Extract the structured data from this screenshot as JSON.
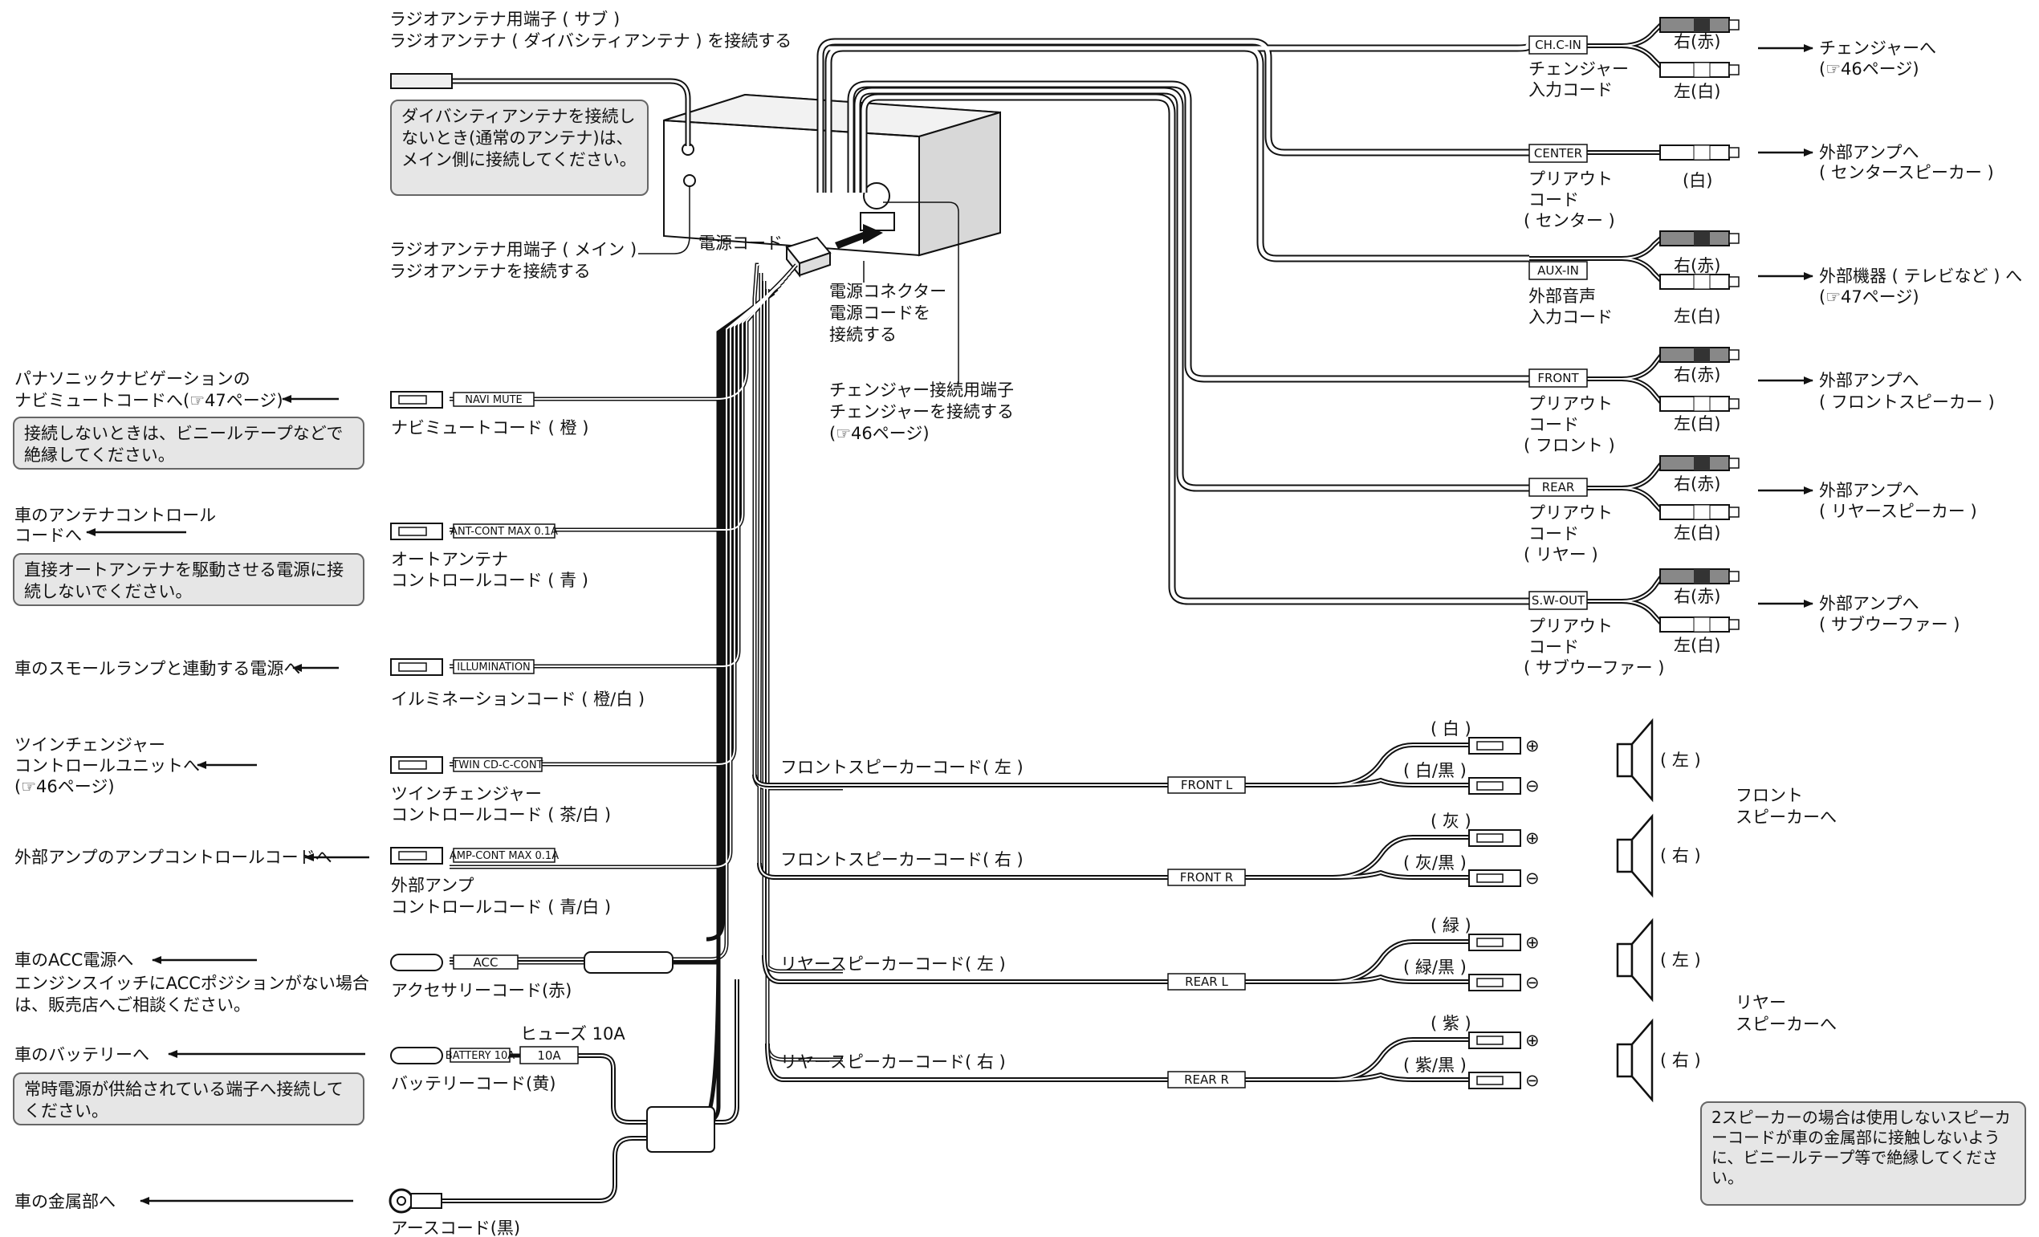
{
  "texts": {
    "ant_sub_1": "ラジオアンテナ用端子 ( サブ )",
    "ant_sub_2": "ラジオアンテナ ( ダイバシティアンテナ ) を接続する",
    "ant_main_1": "ラジオアンテナ用端子 ( メイン )",
    "ant_main_2": "ラジオアンテナを接続する",
    "power_cord": "電源コード",
    "power_conn_1": "電源コネクター",
    "power_conn_2": "電源コードを",
    "power_conn_3": "接続する",
    "changer_term_1": "チェンジャー接続用端子",
    "changer_term_2": "チェンジャーを接続する",
    "changer_term_3": "(☞46ページ)",
    "navi_dest_1": "パナソニックナビゲーションの",
    "navi_dest_2": "ナビミュートコードへ(☞47ページ)",
    "navi_name": "ナビミュートコード ( 橙 )",
    "antc_dest_1": "車のアンテナコントロール",
    "antc_dest_2": "コードへ",
    "antc_name_1": "オートアンテナ",
    "antc_name_2": "コントロールコード ( 青 )",
    "illum_dest": "車のスモールランプと連動する電源へ",
    "illum_name": "イルミネーションコード ( 橙/白 )",
    "twin_dest_1": "ツインチェンジャー",
    "twin_dest_2": "コントロールユニットへ",
    "twin_dest_3": "(☞46ページ)",
    "twin_name_1": "ツインチェンジャー",
    "twin_name_2": "コントロールコード ( 茶/白 )",
    "amp_dest": "外部アンプのアンプコントロールコードへ",
    "amp_name_1": "外部アンプ",
    "amp_name_2": "コントロールコード ( 青/白 )",
    "acc_dest_1": "車のACC電源へ",
    "acc_dest_2": "エンジンスイッチにACCポジションがない場合",
    "acc_dest_3": "は、販売店へご相談ください。",
    "acc_name": "アクセサリーコード(赤)",
    "fuse_label": "ヒューズ 10A",
    "batt_dest": "車のバッテリーへ",
    "batt_name": "バッテリーコード(黄)",
    "gnd_dest": "車の金属部へ",
    "gnd_name": "アースコード(黒)",
    "fl_cord": "フロントスピーカーコード( 左 )",
    "fr_cord": "フロントスピーカーコード( 右 )",
    "rl_cord": "リヤースピーカーコード( 左 )",
    "rr_cord": "リヤースピーカーコード( 右 )",
    "front_spk_1": "フロント",
    "front_spk_2": "スピーカーへ",
    "rear_spk_1": "リヤー",
    "rear_spk_2": "スピーカーへ",
    "side_l": "( 左 )",
    "side_r": "( 右 )",
    "right_red": "右(赤)",
    "left_white": "左(白)",
    "white": "(白)",
    "chc_name_1": "チェンジャー",
    "chc_name_2": "入力コード",
    "chc_dest_1": "チェンジャーへ",
    "chc_dest_2": "(☞46ページ)",
    "center_name_1": "プリアウト",
    "center_name_2": "コード",
    "center_name_3": "( センター )",
    "center_dest_1": "外部アンプへ",
    "center_dest_2": "( センタースピーカー )",
    "aux_name_1": "外部音声",
    "aux_name_2": "入力コード",
    "aux_dest_1": "外部機器 ( テレビなど ) へ",
    "aux_dest_2": "(☞47ページ)",
    "front_name_3": "( フロント )",
    "front_dest_2": "( フロントスピーカー )",
    "rear_name_3": "( リヤー )",
    "rear_dest_2": "( リヤースピーカー )",
    "sw_name_3": "( サブウーファー )",
    "sw_dest_2": "( サブウーファー )",
    "fl_pos": "( 白 )",
    "fl_neg": "( 白/黒 )",
    "fr_pos": "( 灰 )",
    "fr_neg": "( 灰/黒 )",
    "rl_pos": "( 緑 )",
    "rl_neg": "( 緑/黒 )",
    "rr_pos": "( 紫 )",
    "rr_neg": "( 紫/黒 )",
    "plus": "⊕",
    "minus": "⊖"
  },
  "tags": {
    "navi": "NAVI MUTE",
    "antc": "ANT-CONT MAX 0.1A",
    "illum": "ILLUMINATION",
    "twin": "TWIN CD-C-CONT",
    "amp": "AMP-CONT MAX 0.1A",
    "acc": "ACC",
    "batt": "BATTERY 10A",
    "fuse": "10A",
    "chc": "CH.C-IN",
    "center": "CENTER",
    "aux": "AUX-IN",
    "front": "FRONT",
    "rear": "REAR",
    "sw": "S.W-OUT",
    "fl": "FRONT L",
    "fr": "FRONT R",
    "rl": "REAR L",
    "rr": "REAR R"
  },
  "notes": {
    "diversity": "ダイバシティアンテナを接続しないとき(通常のアンテナ)は、メイン側に接続してください。",
    "navi": "接続しないときは、ビニールテープなどで絶縁してください。",
    "antc": "直接オートアンテナを駆動させる電源に接続しないでください。",
    "batt": "常時電源が供給されている端子へ接続してください。",
    "two_spk": "2スピーカーの場合は使用しないスピーカーコードが車の金属部に接触しないように、ビニールテープ等で絶縁してください。"
  }
}
